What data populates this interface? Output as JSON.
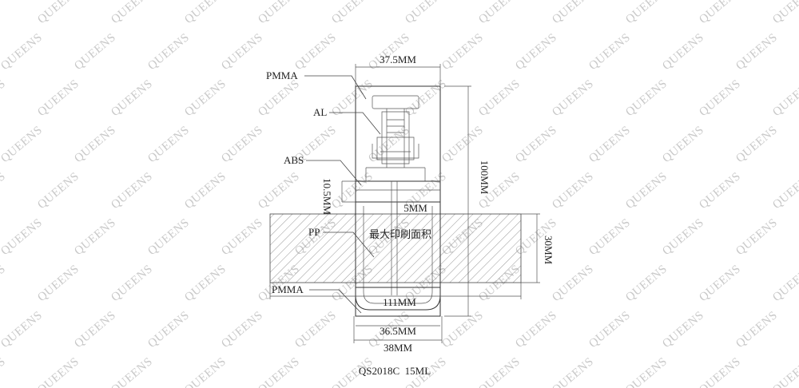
{
  "watermark": {
    "text": "QUEENS"
  },
  "labels": {
    "pmma_top": "PMMA",
    "al": "AL",
    "abs": "ABS",
    "pp": "PP",
    "pmma_bottom": "PMMA",
    "print_area": "最大印刷面积"
  },
  "dimensions": {
    "top_width": "37.5MM",
    "total_height": "100MM",
    "collar_height": "10.5MM",
    "gap": "5MM",
    "print_height": "30MM",
    "print_width": "111MM",
    "inner_width": "36.5MM",
    "outer_width": "38MM"
  },
  "caption": "QS2018C  15ML"
}
